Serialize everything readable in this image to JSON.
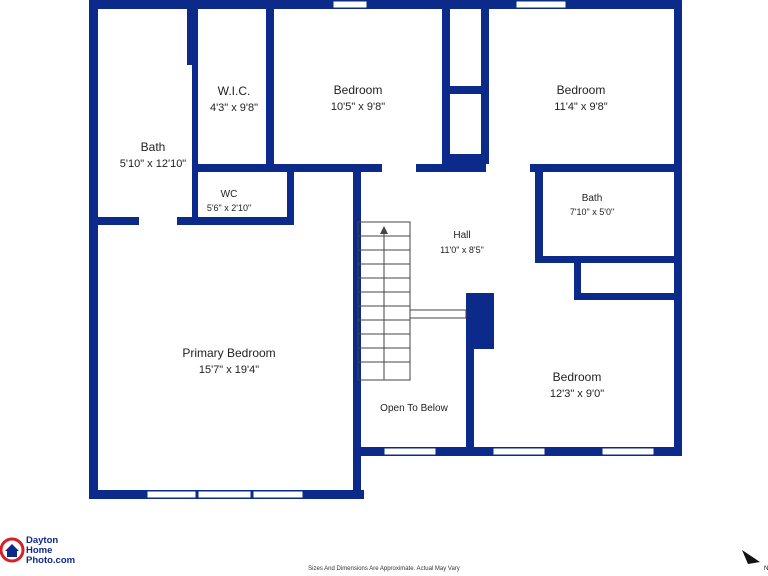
{
  "colors": {
    "wall": "#0b2a8a",
    "logo_red": "#d61f26",
    "logo_blue": "#0b2a8a"
  },
  "rooms": {
    "bath_primary": {
      "name": "Bath",
      "dims": "5'10\" x 12'10\""
    },
    "wic": {
      "name": "W.I.C.",
      "dims": "4'3\" x 9'8\""
    },
    "bedroom_2": {
      "name": "Bedroom",
      "dims": "10'5\" x 9'8\""
    },
    "bedroom_3": {
      "name": "Bedroom",
      "dims": "11'4\" x 9'8\""
    },
    "wc": {
      "name": "WC",
      "dims": "5'6\" x 2'10\""
    },
    "bath_hall": {
      "name": "Bath",
      "dims": "7'10\" x 5'0\""
    },
    "hall": {
      "name": "Hall",
      "dims": "11'0\" x 8'5\""
    },
    "primary_bedroom": {
      "name": "Primary Bedroom",
      "dims": "15'7\" x 19'4\""
    },
    "bedroom_4": {
      "name": "Bedroom",
      "dims": "12'3\" x 9'0\""
    },
    "open_to_below": {
      "name": "Open To Below"
    }
  },
  "logo": {
    "line1": "Dayton",
    "line2": "Home",
    "line3": "Photo.com",
    "icon": "house-logo-icon"
  },
  "footer": "Sizes And Dimensions Are Approximate. Actual May Vary",
  "compass": {
    "label": "N",
    "icon": "north-arrow-icon"
  }
}
